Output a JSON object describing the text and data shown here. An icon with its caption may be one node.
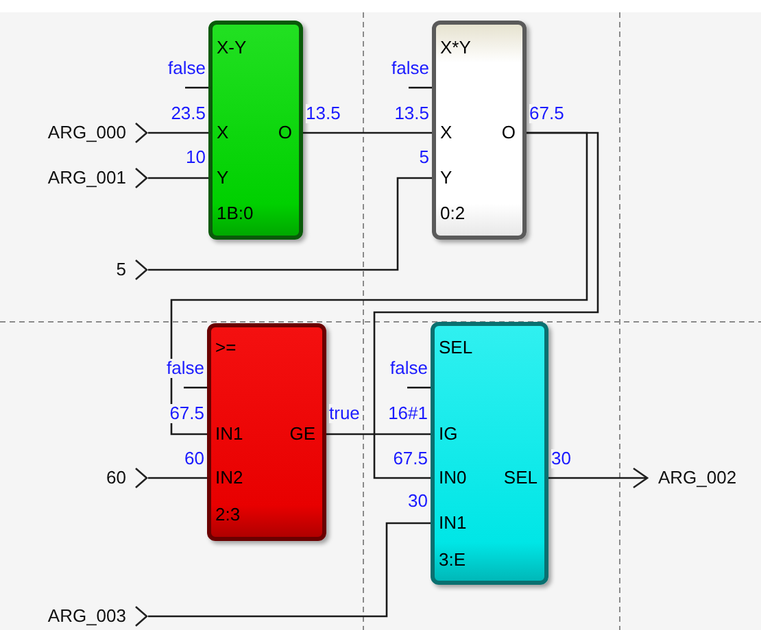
{
  "diagram": {
    "nodes": [
      {
        "text": [
          "X-Y",
          "X",
          "O",
          "Y",
          "1B:0"
        ],
        "beside": [
          "false",
          "23.5",
          "10",
          "13.5"
        ]
      },
      {
        "text": [
          "X*Y",
          "X",
          "O",
          "Y",
          "0:2"
        ],
        "beside": [
          "false",
          "13.5",
          "5",
          "67.5"
        ]
      },
      {
        "text": [
          "ARG_000"
        ]
      },
      {
        "text": [
          "ARG_001"
        ]
      },
      {
        "text": [
          "5"
        ]
      },
      {
        "text": [
          ">=",
          "IN1",
          "GE",
          "IN2",
          "2:3"
        ],
        "beside": [
          "false",
          "67.5",
          "60",
          "true"
        ]
      },
      {
        "text": [
          "SEL",
          "IG",
          "IN0",
          "SEL",
          "IN1",
          "3:E"
        ],
        "beside": [
          "false",
          "16#1",
          "67.5",
          "30",
          "30"
        ]
      },
      {
        "text": [
          "60"
        ]
      },
      {
        "text": [
          "ARG_002"
        ]
      },
      {
        "text": [
          "ARG_003"
        ]
      }
    ],
    "edges": [
      {
        "from": 2,
        "to": 0,
        "arrow": "none"
      },
      {
        "from": 3,
        "to": 0,
        "arrow": "none"
      },
      {
        "from": 0,
        "to": 1,
        "arrow": "none"
      },
      {
        "from": 4,
        "to": 1,
        "arrow": "none"
      },
      {
        "from": 1,
        "to": 5,
        "arrow": "none"
      },
      {
        "from": 1,
        "to": 6,
        "arrow": "none"
      },
      {
        "from": 5,
        "to": 6,
        "arrow": "none"
      },
      {
        "from": 7,
        "to": 5,
        "arrow": "none"
      },
      {
        "from": 9,
        "to": 6,
        "arrow": "none"
      },
      {
        "from": 6,
        "to": 8,
        "arrow": "to"
      }
    ]
  }
}
